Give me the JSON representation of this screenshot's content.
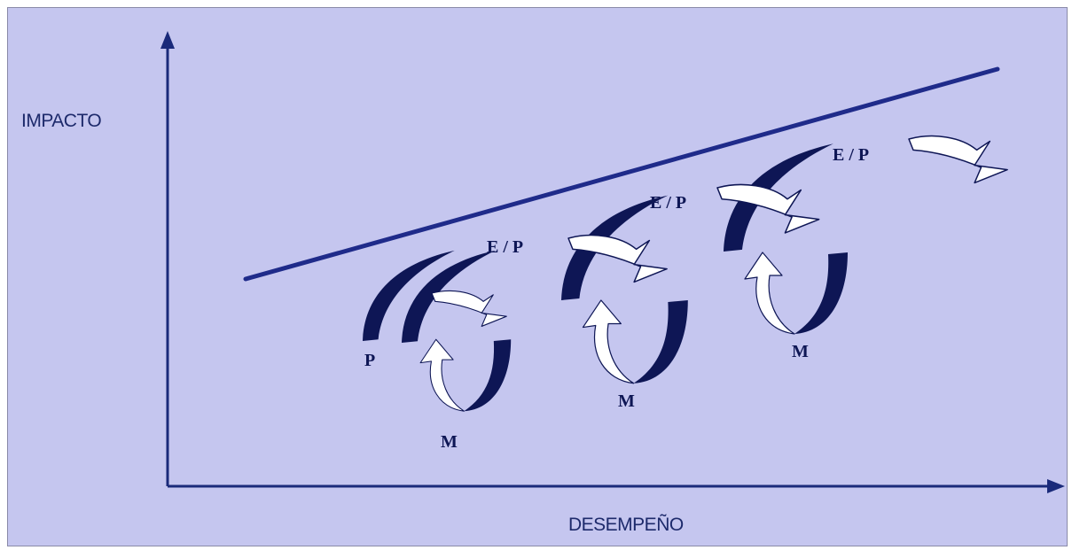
{
  "axes": {
    "y_label": "IMPACTO",
    "x_label": "DESEMPEÑO"
  },
  "cycles": [
    {
      "top_label": "E / P",
      "start_label": "P",
      "bottom_label": "M"
    },
    {
      "top_label": "E / P",
      "bottom_label": "M"
    },
    {
      "top_label": "E / P",
      "bottom_label": "M"
    }
  ],
  "colors": {
    "background": "#c5c6ef",
    "ink": "#0e1655",
    "axis": "#1a2a7a",
    "trend_line": "#1f2b8a"
  }
}
